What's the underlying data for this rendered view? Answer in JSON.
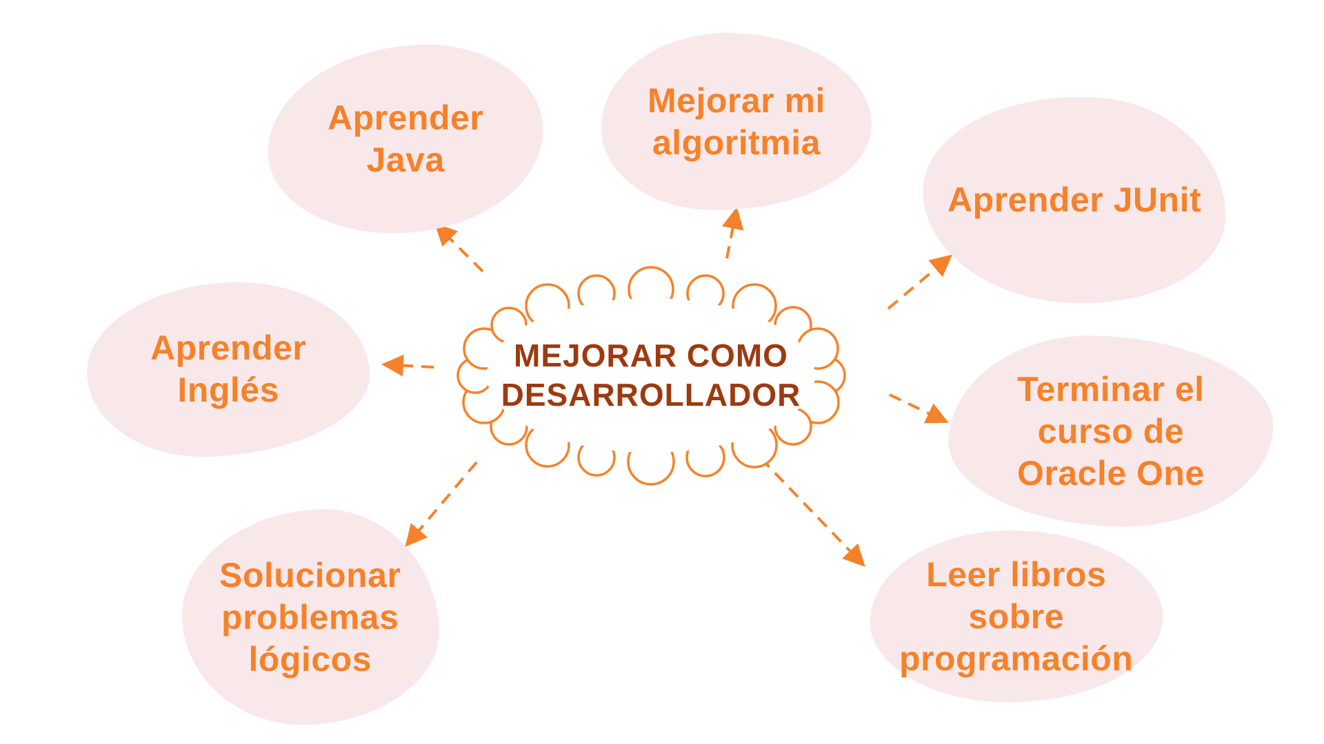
{
  "colors": {
    "orange": "#F5822A",
    "dark": "#9C3A10",
    "blob_pink": "#F9E8EA",
    "background": "#FFFFFF"
  },
  "center": {
    "label": "MEJORAR COMO\nDESARROLLADOR"
  },
  "nodes": [
    {
      "id": "aprender-java",
      "label": "Aprender\nJava"
    },
    {
      "id": "mejorar-algoritmia",
      "label": "Mejorar mi\nalgoritmia"
    },
    {
      "id": "aprender-junit",
      "label": "Aprender JUnit"
    },
    {
      "id": "aprender-ingles",
      "label": "Aprender\nInglés"
    },
    {
      "id": "terminar-curso-oracle",
      "label": "Terminar el\ncurso de\nOracle One"
    },
    {
      "id": "solucionar-problemas",
      "label": "Solucionar\nproblemas\nlógicos"
    },
    {
      "id": "leer-libros",
      "label": "Leer libros\nsobre\nprogramación"
    }
  ]
}
